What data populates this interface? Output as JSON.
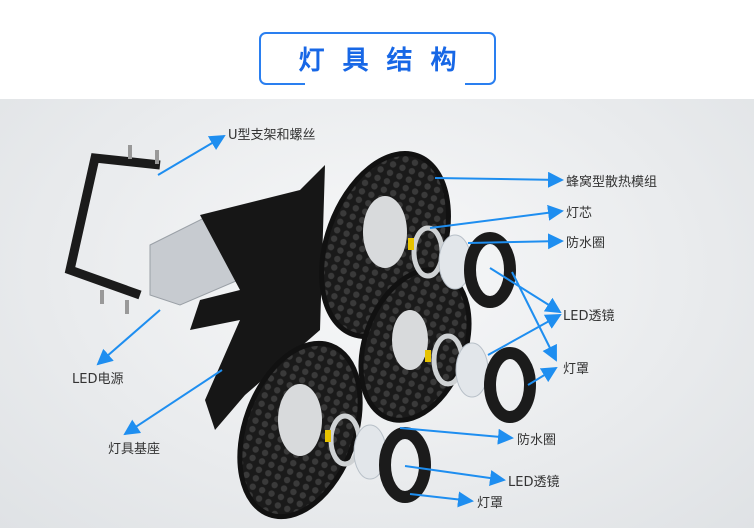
{
  "title": "灯具结构",
  "labels": {
    "bracket": "U型支架和螺丝",
    "heatsink": "蜂窝型散热模组",
    "core": "灯芯",
    "seal1": "防水圈",
    "lens1": "LED透镜",
    "cover1": "灯罩",
    "power": "LED电源",
    "base": "灯具基座",
    "seal2": "防水圈",
    "lens2": "LED透镜",
    "cover2": "灯罩"
  },
  "colors": {
    "accent": "#1e8ef0",
    "title": "#1767e6"
  }
}
